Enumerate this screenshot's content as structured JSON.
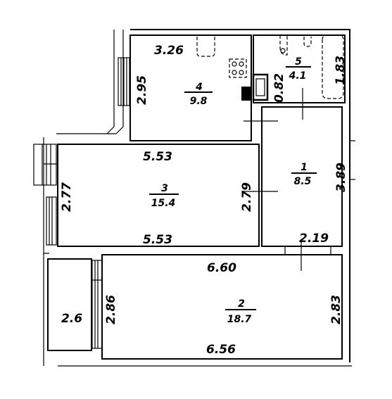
{
  "rooms": [
    {
      "number": "1",
      "area": "8.5"
    },
    {
      "number": "2",
      "area": "18.7"
    },
    {
      "number": "3",
      "area": "15.4"
    },
    {
      "number": "4",
      "area": "9.8"
    },
    {
      "number": "5",
      "area": "4.1"
    }
  ],
  "dimensions": {
    "room4_top": "3.26",
    "room4_left": "2.95",
    "room5_left": "0.82",
    "room5_right": "1.83",
    "room3_top": "5.53",
    "room3_bottom": "5.53",
    "room3_left": "2.77",
    "room3_right": "2.79",
    "room1_right": "3.89",
    "room1_bottom": "2.19",
    "room2_top": "6.60",
    "room2_bottom": "6.56",
    "room2_left": "2.86",
    "room2_right": "2.83",
    "balcony_width": "2.6"
  }
}
